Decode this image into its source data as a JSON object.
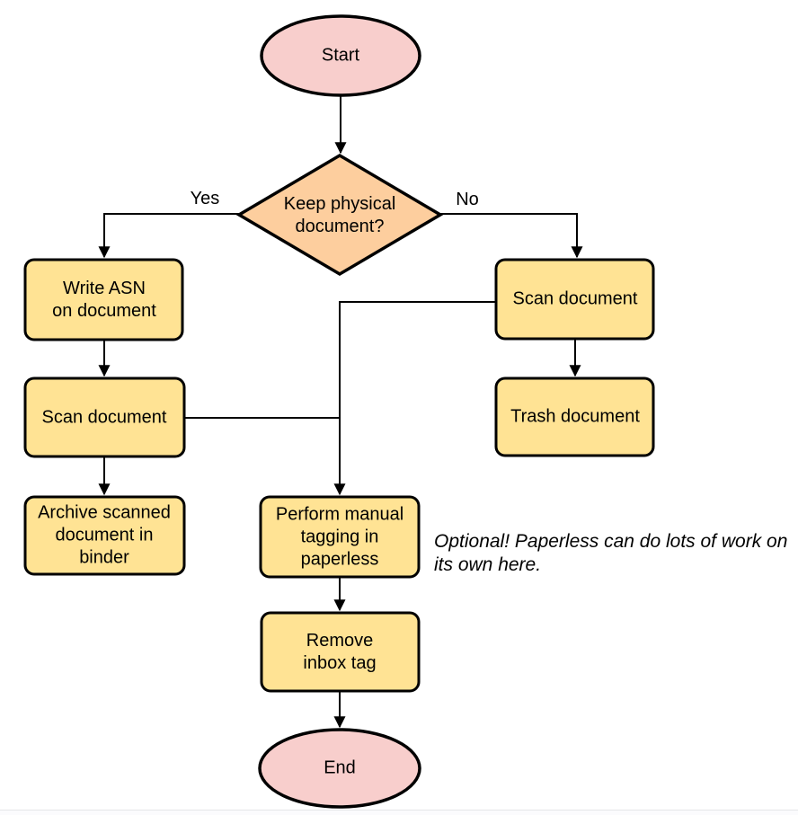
{
  "colors": {
    "terminator_fill": "#F8CECC",
    "decision_fill": "#FDCE9E",
    "process_fill": "#FFE394",
    "stroke": "#000000"
  },
  "nodes": {
    "start": {
      "type": "terminator",
      "lines": [
        "Start"
      ]
    },
    "decision": {
      "type": "decision",
      "lines": [
        "Keep physical",
        "document?"
      ]
    },
    "write_asn": {
      "type": "process",
      "lines": [
        "Write ASN",
        "on document"
      ]
    },
    "scan_left": {
      "type": "process",
      "lines": [
        "Scan document"
      ]
    },
    "archive": {
      "type": "process",
      "lines": [
        "Archive scanned",
        "document in",
        "binder"
      ]
    },
    "scan_right": {
      "type": "process",
      "lines": [
        "Scan document"
      ]
    },
    "trash": {
      "type": "process",
      "lines": [
        "Trash document"
      ]
    },
    "tagging": {
      "type": "process",
      "lines": [
        "Perform manual",
        "tagging in",
        "paperless"
      ]
    },
    "remove_inbox": {
      "type": "process",
      "lines": [
        "Remove",
        "inbox tag"
      ]
    },
    "end": {
      "type": "terminator",
      "lines": [
        "End"
      ]
    }
  },
  "edge_labels": {
    "yes": "Yes",
    "no": "No"
  },
  "note": {
    "lines": [
      "Optional! Paperless can do lots of work on",
      "its own here."
    ]
  }
}
